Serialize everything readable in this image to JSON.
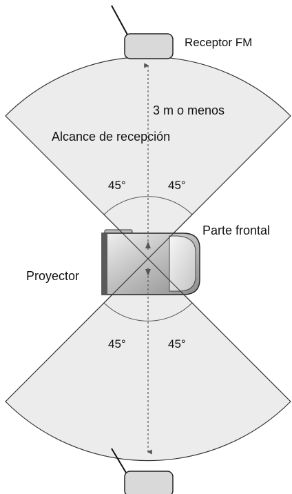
{
  "labels": {
    "receiver": "Receptor FM",
    "distance": "3 m o menos",
    "range": "Alcance de recepción",
    "front": "Parte frontal",
    "projector": "Proyector",
    "angle_upper_left": "45°",
    "angle_upper_right": "45°",
    "angle_lower_left": "45°",
    "angle_lower_right": "45°"
  },
  "colors": {
    "zone_fill": "#ececec",
    "outline": "#333333",
    "receiver_fill": "#d9d9d9",
    "projector_fill": "#c8c8c8",
    "projector_lens": "#e0e0e0"
  }
}
